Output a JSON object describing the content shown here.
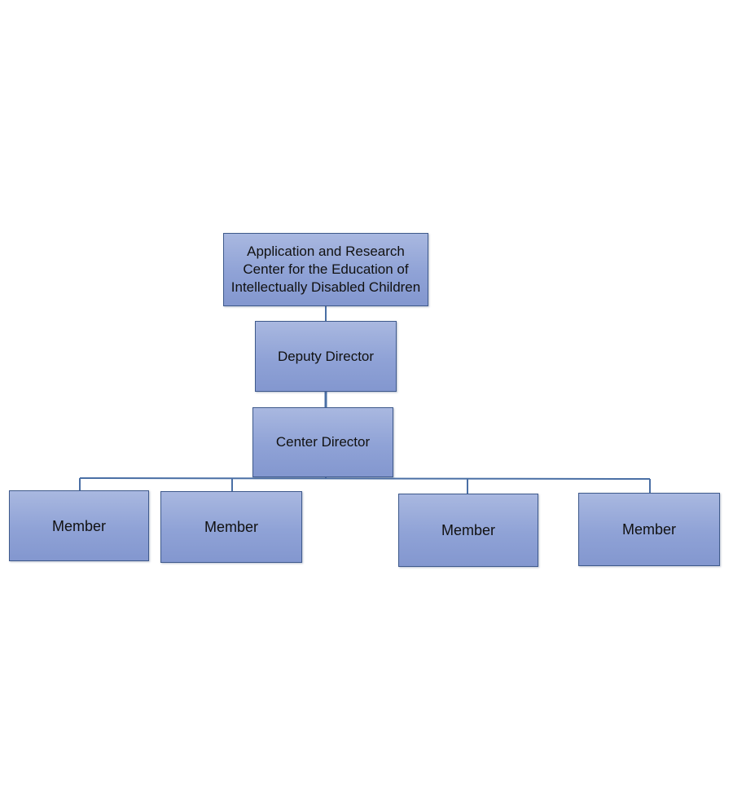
{
  "org_chart": {
    "root": "Application and Research Center for the Education of Intellectually Disabled Children",
    "deputy": "Deputy Director",
    "director": "Center Director",
    "members": [
      "Member",
      "Member",
      "Member",
      "Member"
    ]
  },
  "colors": {
    "box_fill": "#8fa2d6",
    "box_border": "#3f5a8c",
    "connector": "#4a6fa5"
  }
}
